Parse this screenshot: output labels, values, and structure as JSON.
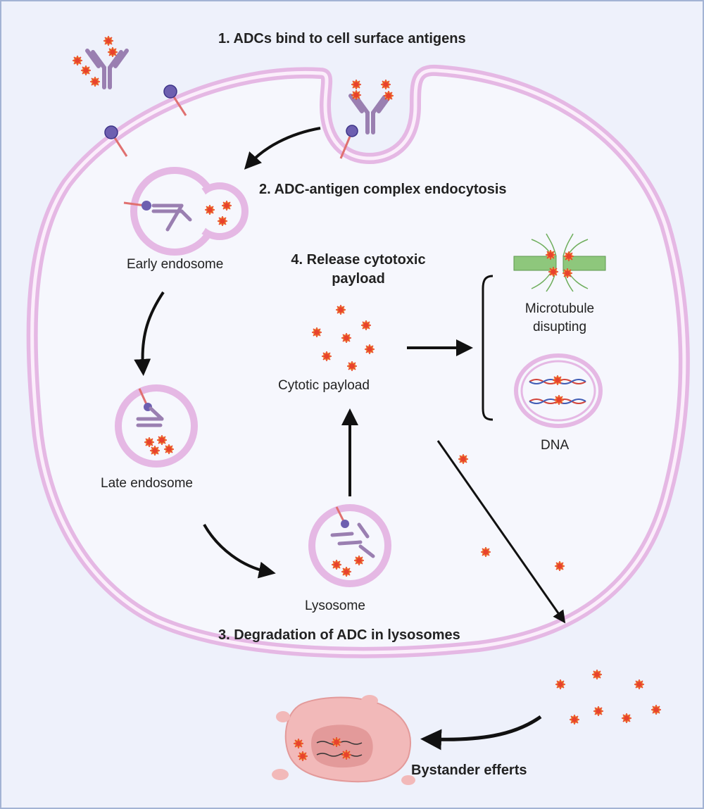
{
  "steps": {
    "step1": "1.  ADCs bind to cell surface antigens",
    "step2": "2. ADC-antigen complex endocytosis",
    "step3": "3. Degradation of ADC in lysosomes",
    "step4_line1": "4. Release cytotoxic",
    "step4_line2": "payload"
  },
  "labels": {
    "early_endosome": "Early endosome",
    "late_endosome": "Late endosome",
    "lysosome": "Lysosome",
    "cytotic_payload": "Cytotic payload",
    "microtubule_line1": "Microtubule",
    "microtubule_line2": "disupting",
    "dna": "DNA",
    "bystander": "Bystander efferts"
  },
  "colors": {
    "background": "#eef1fb",
    "frame": "#a3b3d4",
    "membrane": "#e5b8e4",
    "membrane_inner": "#fbeefb",
    "antibody": "#9a7fb1",
    "antigen_head": "#6d5fb0",
    "antigen_stalk": "#e07070",
    "payload": "#e8432e",
    "payload_halo": "#f2a23a",
    "microtubule": "#8ec77c",
    "bystander_cell": "#f2b9b9",
    "bystander_nucleus": "#e39a9a",
    "arrow": "#111111"
  }
}
